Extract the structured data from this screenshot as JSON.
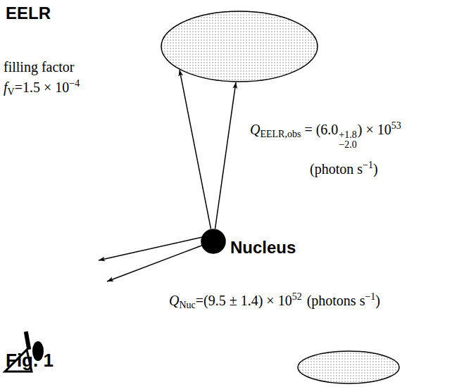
{
  "diagram": {
    "caption": "Fig. 1",
    "nodes": [
      {
        "text": [
          "EELR"
        ]
      },
      {
        "text": [
          "Nucleus"
        ]
      }
    ],
    "edges": [
      {
        "from": 1,
        "to": 0,
        "arrow": "to"
      },
      {
        "from": 1,
        "to": 0,
        "arrow": "to"
      }
    ],
    "labels": [
      "filling factor",
      "f",
      "V",
      "=1.5 × 10",
      "−4",
      "Q",
      "EELR,obs",
      "= (6.0",
      "+1.8",
      "−2.0",
      ") × 10",
      "53",
      "(photon s",
      "−1",
      ")",
      "Q",
      "Nuc",
      "=(9.5 ± 1.4) × 10",
      "52",
      "(photons s",
      "−1",
      ")"
    ]
  }
}
